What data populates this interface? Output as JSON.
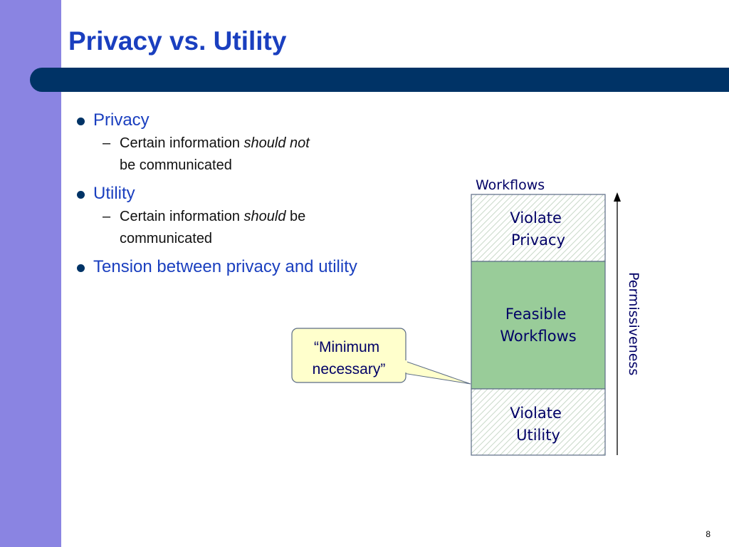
{
  "slide": {
    "title": "Privacy vs. Utility",
    "page_number": "8"
  },
  "bullets": {
    "privacy": {
      "label": "Privacy",
      "sub_before": "Certain information ",
      "sub_emph": "should not",
      "sub_after": " be communicated"
    },
    "utility": {
      "label": "Utility",
      "sub_before": "Certain information ",
      "sub_emph": "should",
      "sub_after": " be communicated"
    },
    "tension": {
      "label": "Tension between privacy and utility"
    }
  },
  "diagram": {
    "column_header": "Workflows",
    "axis_label": "Permissiveness",
    "regions": {
      "violate_privacy": [
        "Violate",
        "Privacy"
      ],
      "feasible": [
        "Feasible",
        "Workflows"
      ],
      "violate_utility": [
        "Violate",
        "Utility"
      ]
    },
    "callout": [
      "“Minimum",
      "necessary”"
    ],
    "colors": {
      "feasible_fill": "#99cc99",
      "hatch_stroke": "#c8d8c8",
      "border": "#5a6b85",
      "callout_fill": "#ffffcc",
      "text": "#000066"
    }
  }
}
